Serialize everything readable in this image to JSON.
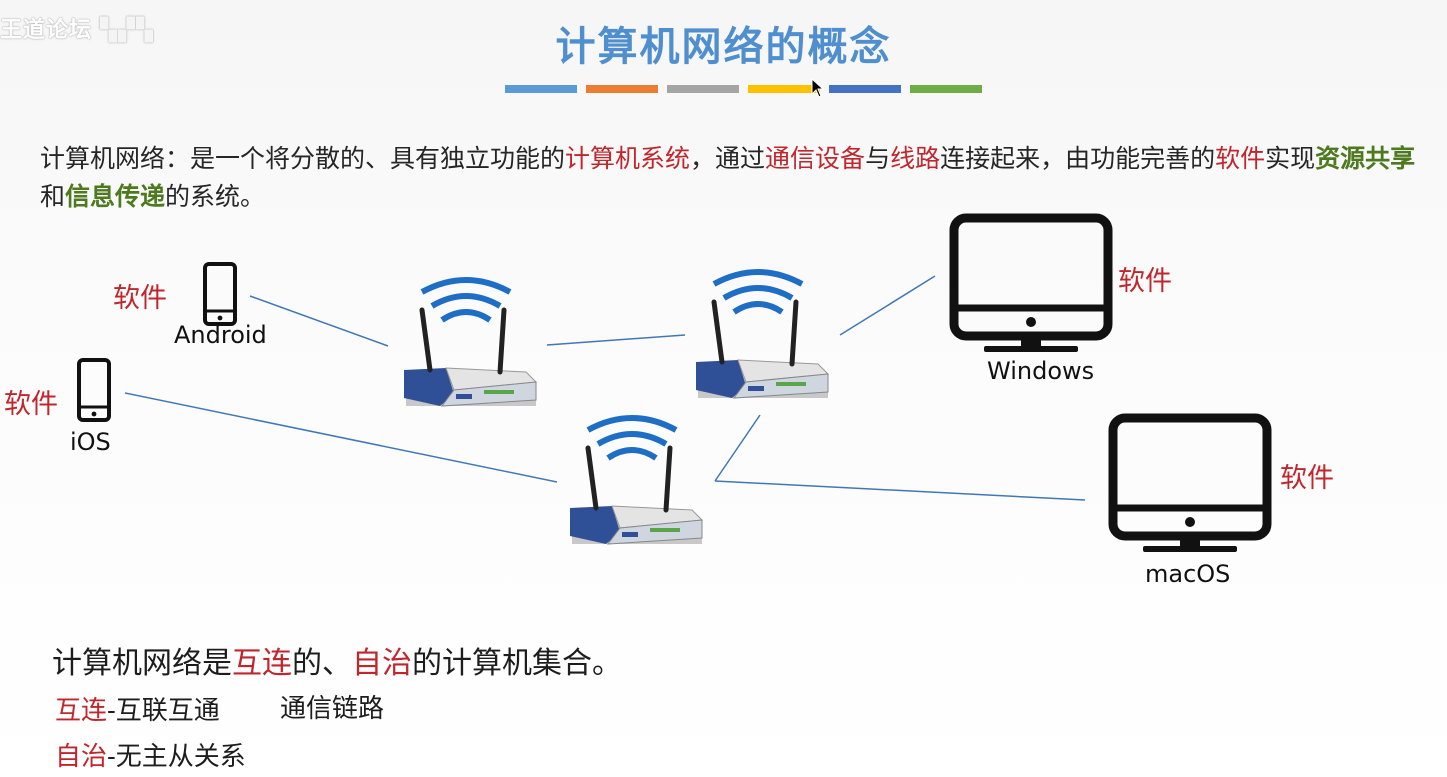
{
  "watermark": {
    "text": "王道论坛"
  },
  "slide": {
    "title": "计算机网络的概念",
    "color_bars": [
      "#5b9bd5",
      "#ed7d31",
      "#a5a5a5",
      "#ffc000",
      "#4472c4",
      "#70ad47"
    ]
  },
  "definition": {
    "p1": "计算机网络：是一个将分散的、具有独立功能的",
    "h1": "计算机系统",
    "p2": "，通过",
    "h2": "通信设备",
    "p3": "与",
    "h3": "线路",
    "p4": "连接起来，由功能完善的",
    "h4": "软件",
    "p5": "实现",
    "h5": "资源共享",
    "p6": "和",
    "h6": "信息传递",
    "p7": "的系统。"
  },
  "diagram": {
    "software_label": "软件",
    "devices": {
      "android": "Android",
      "ios": "iOS",
      "windows": "Windows",
      "macos": "macOS"
    }
  },
  "bottom": {
    "summary_pre": "计算机网络是",
    "summary_h1": "互连",
    "summary_mid": "的、",
    "summary_h2": "自治",
    "summary_post": "的计算机集合。",
    "interconnect_term": "互连",
    "interconnect_def": "-互联互通",
    "interconnect_note": "通信链路",
    "autonomous_term": "自治",
    "autonomous_def": "-无主从关系"
  }
}
